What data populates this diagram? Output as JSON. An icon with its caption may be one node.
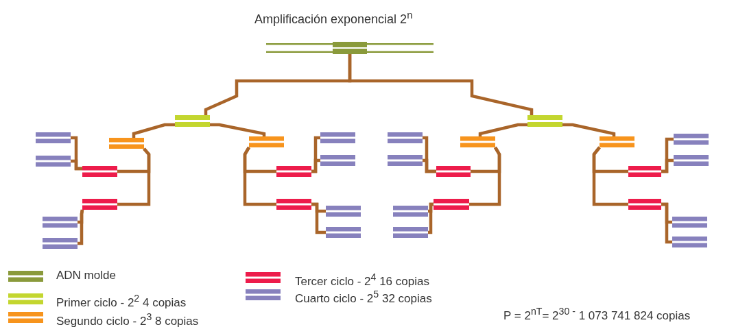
{
  "diagram": {
    "title": "Amplificación exponencial 2$^{n}$",
    "nodes": [
      {
        "text": [],
        "shape": "bar"
      },
      {
        "text": [],
        "shape": "bar"
      },
      {
        "text": [],
        "shape": "bar"
      },
      {
        "text": [],
        "shape": "bar"
      },
      {
        "text": [],
        "shape": "bar"
      },
      {
        "text": [],
        "shape": "bar"
      },
      {
        "text": [],
        "shape": "bar"
      },
      {
        "text": [],
        "shape": "bar"
      },
      {
        "text": [],
        "shape": "bar"
      },
      {
        "text": [],
        "shape": "bar"
      },
      {
        "text": [],
        "shape": "bar"
      },
      {
        "text": [],
        "shape": "bar"
      },
      {
        "text": [],
        "shape": "bar"
      },
      {
        "text": [],
        "shape": "bar"
      },
      {
        "text": [],
        "shape": "bar"
      },
      {
        "text": [],
        "shape": "bar"
      },
      {
        "text": [],
        "shape": "bar"
      },
      {
        "text": [],
        "shape": "bar"
      },
      {
        "text": [],
        "shape": "bar"
      },
      {
        "text": [],
        "shape": "bar"
      },
      {
        "text": [],
        "shape": "bar"
      },
      {
        "text": [],
        "shape": "bar"
      },
      {
        "text": [],
        "shape": "bar"
      },
      {
        "text": [],
        "shape": "bar"
      },
      {
        "text": [],
        "shape": "bar"
      },
      {
        "text": [],
        "shape": "bar"
      },
      {
        "text": [],
        "shape": "bar"
      },
      {
        "text": [],
        "shape": "bar"
      },
      {
        "text": [],
        "shape": "bar"
      },
      {
        "text": [],
        "shape": "bar"
      },
      {
        "text": [],
        "shape": "bar"
      }
    ],
    "edges": [
      {
        "from": 0,
        "to": 1,
        "arrow": "none"
      },
      {
        "from": 0,
        "to": 2,
        "arrow": "none"
      },
      {
        "from": 1,
        "to": 3,
        "arrow": "none"
      },
      {
        "from": 1,
        "to": 4,
        "arrow": "none"
      },
      {
        "from": 2,
        "to": 5,
        "arrow": "none"
      },
      {
        "from": 2,
        "to": 6,
        "arrow": "none"
      },
      {
        "from": 3,
        "to": 7,
        "arrow": "none"
      },
      {
        "from": 3,
        "to": 8,
        "arrow": "none"
      },
      {
        "from": 4,
        "to": 9,
        "arrow": "none"
      },
      {
        "from": 4,
        "to": 10,
        "arrow": "none"
      },
      {
        "from": 5,
        "to": 11,
        "arrow": "none"
      },
      {
        "from": 5,
        "to": 12,
        "arrow": "none"
      },
      {
        "from": 6,
        "to": 13,
        "arrow": "none"
      },
      {
        "from": 6,
        "to": 14,
        "arrow": "none"
      },
      {
        "from": 7,
        "to": 15,
        "arrow": "none"
      },
      {
        "from": 7,
        "to": 16,
        "arrow": "none"
      },
      {
        "from": 8,
        "to": 17,
        "arrow": "none"
      },
      {
        "from": 8,
        "to": 18,
        "arrow": "none"
      },
      {
        "from": 9,
        "to": 19,
        "arrow": "none"
      },
      {
        "from": 9,
        "to": 20,
        "arrow": "none"
      },
      {
        "from": 10,
        "to": 21,
        "arrow": "none"
      },
      {
        "from": 10,
        "to": 22,
        "arrow": "none"
      },
      {
        "from": 11,
        "to": 23,
        "arrow": "none"
      },
      {
        "from": 11,
        "to": 24,
        "arrow": "none"
      },
      {
        "from": 12,
        "to": 25,
        "arrow": "none"
      },
      {
        "from": 12,
        "to": 26,
        "arrow": "none"
      },
      {
        "from": 13,
        "to": 27,
        "arrow": "none"
      },
      {
        "from": 13,
        "to": 28,
        "arrow": "none"
      },
      {
        "from": 14,
        "to": 29,
        "arrow": "none"
      },
      {
        "from": 14,
        "to": 30,
        "arrow": "none"
      }
    ],
    "labels": [
      "P = 2$^{nT}$= 2$^{30 -}$ 1 073 741 824 copias"
    ],
    "legend": [
      {
        "text": "ADN molde",
        "color": "#8a9a3b"
      },
      {
        "text": "Primer ciclo - 2$^{2}$ 4 copias",
        "color": "#c3d62f"
      },
      {
        "text": "Segundo ciclo - 2$^{3}$ 8 copias",
        "color": "#f7941d"
      },
      {
        "text": "Tercer ciclo - 2$^{4}$ 16 copias",
        "color": "#ed1c4b"
      },
      {
        "text": "Cuarto ciclo - 2$^{5}$ 32 copias",
        "color": "#8781bd"
      }
    ]
  }
}
